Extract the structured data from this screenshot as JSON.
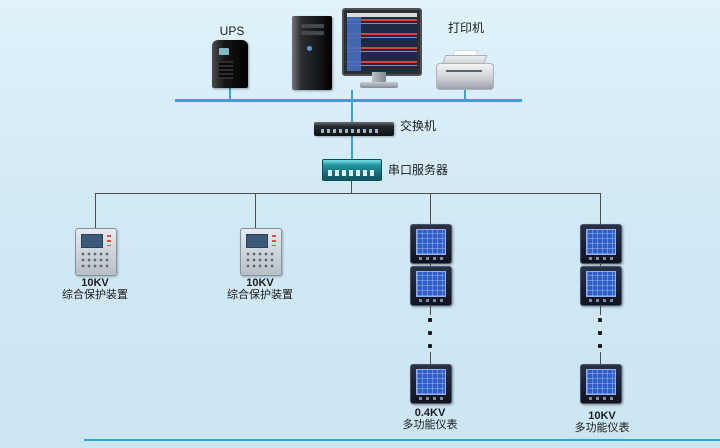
{
  "scene": {
    "colors": {
      "background": "#d2e9f6",
      "bus_line": "#2aa9e0",
      "wire": "#4d4d4d",
      "meter_screen": "#2e5ec6",
      "serial_server_body": "#1d8a99"
    },
    "labels": {
      "ups": "UPS",
      "printer": "打印机",
      "switch": "交换机",
      "serial_server": "串口服务器"
    },
    "branches": [
      {
        "kv": "10KV",
        "name": "综合保护装置"
      },
      {
        "kv": "10KV",
        "name": "综合保护装置"
      },
      {
        "kv": "0.4KV",
        "name": "多功能仪表"
      },
      {
        "kv": "10KV",
        "name": "多功能仪表"
      }
    ]
  }
}
